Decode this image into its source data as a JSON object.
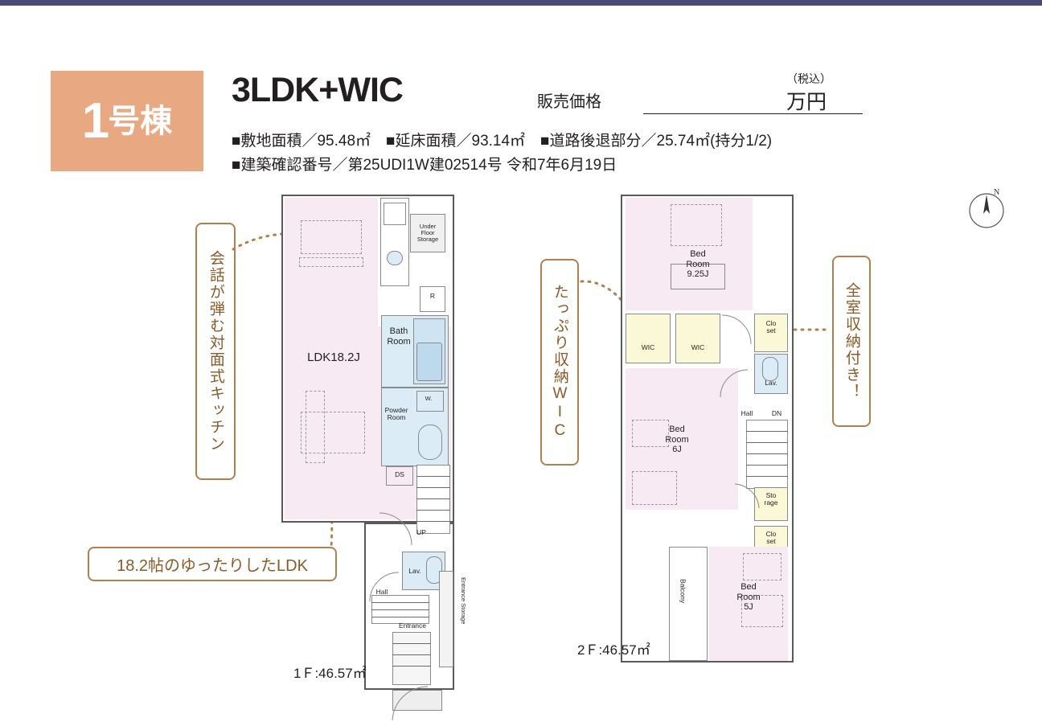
{
  "header": {
    "unit_number": "1",
    "unit_suffix": "号棟",
    "title": "3LDK+WIC",
    "price_label": "販売価格",
    "tax_note": "（税込）",
    "price_unit": "万円",
    "spec_line1": "■敷地面積／95.48㎡　■延床面積／93.14㎡　■道路後退部分／25.74㎡(持分1/2)",
    "spec_line2": "■建築確認番号／第25UDI1W建02514号 令和7年6月19日"
  },
  "callouts": {
    "kitchen": "会話が弾む対面式キッチン",
    "ldk": "18.2帖のゆったりしたLDK",
    "wic": "たっぷり収納WIC",
    "storage": "全室収納付き！"
  },
  "compass": {
    "north": "N"
  },
  "floor1": {
    "label": "1Ｆ:46.57㎡",
    "rooms": [
      {
        "name": "ldk",
        "text": "LDK18.2J"
      },
      {
        "name": "bath-room",
        "text": "Bath\nRoom"
      },
      {
        "name": "powder-room",
        "text": "Powder\nRoom"
      },
      {
        "name": "washer",
        "text": "W."
      },
      {
        "name": "under-floor-storage",
        "text": "Under\nFloor\nStorage"
      },
      {
        "name": "refrigerator",
        "text": "R"
      },
      {
        "name": "ds",
        "text": "DS"
      },
      {
        "name": "up-stairs",
        "text": "UP"
      },
      {
        "name": "lavatory",
        "text": "Lav."
      },
      {
        "name": "hall",
        "text": "Hall"
      },
      {
        "name": "entrance",
        "text": "Entrance"
      },
      {
        "name": "entrance-storage",
        "text": "Entrance Storage"
      }
    ]
  },
  "floor2": {
    "label": "2Ｆ:46.57㎡",
    "rooms": [
      {
        "name": "bed-room-925",
        "text": "Bed\nRoom\n9.25J"
      },
      {
        "name": "bed-room-6",
        "text": "Bed\nRoom\n6J"
      },
      {
        "name": "bed-room-5",
        "text": "Bed\nRoom\n5J"
      },
      {
        "name": "wic-left",
        "text": "WIC"
      },
      {
        "name": "wic-right",
        "text": "WIC"
      },
      {
        "name": "closet-top",
        "text": "Clo\nset"
      },
      {
        "name": "closet-bottom",
        "text": "Clo\nset"
      },
      {
        "name": "storage",
        "text": "Sto\nrage"
      },
      {
        "name": "lavatory",
        "text": "Lav."
      },
      {
        "name": "hall",
        "text": "Hall"
      },
      {
        "name": "down-stairs",
        "text": "DN"
      },
      {
        "name": "balcony",
        "text": "Balcony"
      }
    ]
  }
}
